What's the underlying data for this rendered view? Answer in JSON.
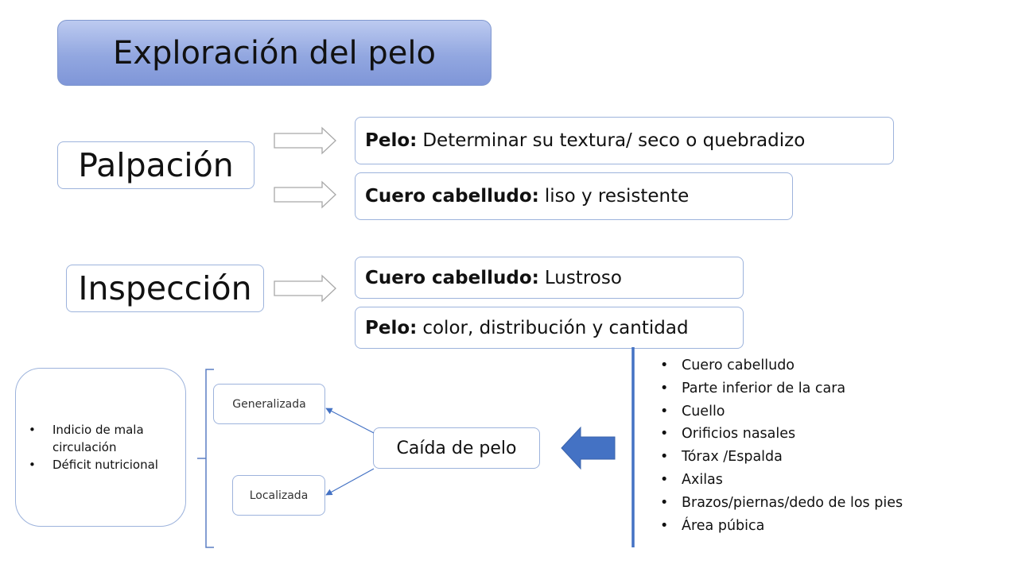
{
  "title": "Exploración del pelo",
  "palpacion": {
    "label": "Palpación",
    "items": [
      {
        "bold": "Pelo:",
        "text": "Determinar su textura/ seco o quebradizo"
      },
      {
        "bold": "Cuero cabelludo:",
        "text": "liso y  resistente"
      }
    ]
  },
  "inspeccion": {
    "label": "Inspección",
    "items": [
      {
        "bold": "Cuero cabelludo:",
        "text": " Lustroso"
      },
      {
        "bold": "Pelo:",
        "text": "color, distribución y cantidad"
      }
    ]
  },
  "causes": [
    "Indicio de mala circulación",
    "Déficit nutricional"
  ],
  "hair_loss": {
    "label": "Caída de pelo",
    "types": [
      "Generalizada",
      "Localizada"
    ]
  },
  "locations": [
    "Cuero cabelludo",
    "Parte inferior de la cara",
    "Cuello",
    "Orificios nasales",
    "Tórax /Espalda",
    "Axilas",
    "Brazos/piernas/dedo de los pies",
    "Área púbica"
  ],
  "colors": {
    "title_fill": "#92a7e0",
    "box_border": "#9db3dc",
    "accent_blue": "#4472c4"
  }
}
